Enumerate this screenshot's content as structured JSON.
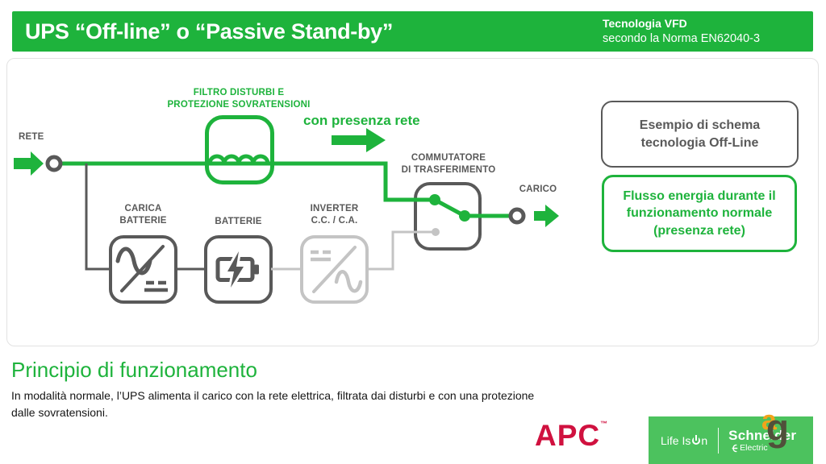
{
  "colors": {
    "slide_green": "#1eb33c",
    "logo_green": "#4cc25e",
    "apc_red": "#d0113f",
    "dark_gray": "#595959",
    "light_gray": "#c4c4c4",
    "watermark_orange": "#f2a31b",
    "watermark_olive": "#50503a"
  },
  "header": {
    "title": "UPS “Off-line” o “Passive Stand-by”",
    "subtitle_line1": "Tecnologia VFD",
    "subtitle_line2": "secondo la Norma EN62040-3"
  },
  "diagram": {
    "rete_label": "RETE",
    "carico_label": "CARICO",
    "filter_label_line1": "FILTRO DISTURBI E",
    "filter_label_line2": "PROTEZIONE SOVRATENSIONI",
    "flow_label": "con presenza rete",
    "commutatore_line1": "COMMUTATORE",
    "commutatore_line2": "DI TRASFERIMENTO",
    "carica_line1": "CARICA",
    "carica_line2": "BATTERIE",
    "batterie_label": "BATTERIE",
    "inverter_line1": "INVERTER",
    "inverter_line2": "C.C. / C.A."
  },
  "notes": {
    "gray_line1": "Esempio di schema",
    "gray_line2": "tecnologia Off-Line",
    "green_line1": "Flusso energia durante il",
    "green_line2": "funzionamento normale",
    "green_line3": "(presenza rete)"
  },
  "body": {
    "heading": "Principio di funzionamento",
    "paragraph_line1": "In modalità normale, l’UPS alimenta il carico con la rete elettrica, filtrata dai disturbi e con una protezione",
    "paragraph_line2": "dalle sovratensioni."
  },
  "footer": {
    "apc_logo": "APC",
    "apc_tm": "™",
    "life_is": "Life Is",
    "on_suffix": "n",
    "schneider": "Schneider",
    "electric": "Electric",
    "watermark_a": "a",
    "watermark_g": "g"
  }
}
